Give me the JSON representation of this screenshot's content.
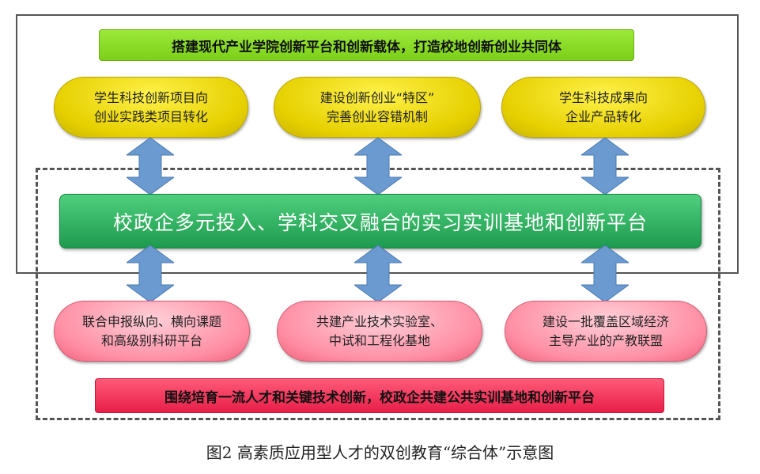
{
  "top_banner": "搭建现代产业学院创新平台和创新载体，打造校地创新创业共同体",
  "yellow_items": [
    {
      "line1": "学生科技创新项目向",
      "line2": "创业实践类项目转化"
    },
    {
      "line1": "建设创新创业“特区”",
      "line2": "完善创业容错机制"
    },
    {
      "line1": "学生科技成果向",
      "line2": "企业产品转化"
    }
  ],
  "center_platform": "校政企多元投入、学科交叉融合的实习实训基地和创新平台",
  "pink_items": [
    {
      "line1": "联合申报纵向、横向课题",
      "line2": "和高级别科研平台"
    },
    {
      "line1": "共建产业技术实验室、",
      "line2": "中试和工程化基地"
    },
    {
      "line1": "建设一批覆盖区域经济",
      "line2": "主导产业的产教联盟"
    }
  ],
  "bottom_banner": "围绕培育一流人才和关键技术创新，校政企共建公共实训基地和创新平台",
  "caption": "图2 高素质应用型人才的双创教育“综合体”示意图",
  "colors": {
    "arrow": "#6a9ad0",
    "green": "#2aa85a",
    "top_banner": "#88dc28",
    "bottom_banner": "#f0325a"
  }
}
